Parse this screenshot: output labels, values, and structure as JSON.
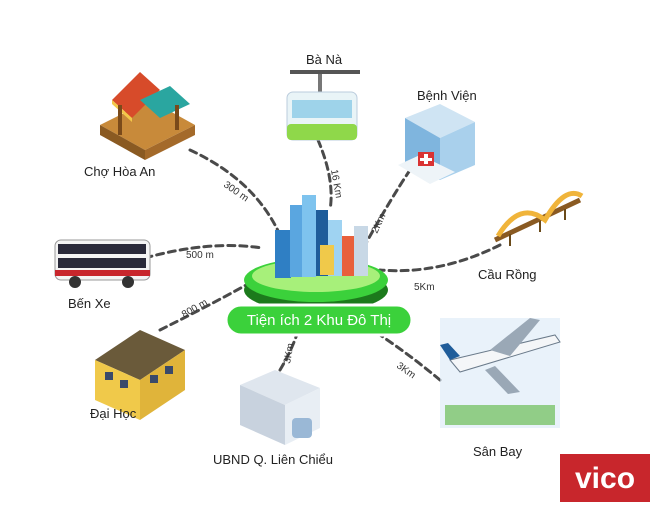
{
  "hub": {
    "label": "Tiện ích 2 Khu Đô Thị"
  },
  "destinations": {
    "cho_hoa_an": {
      "label": "Chợ Hòa An",
      "distance": "300 m"
    },
    "ba_na": {
      "label": "Bà Nà",
      "distance": "16 Km"
    },
    "benh_vien": {
      "label": "Bệnh Viện",
      "distance": "2Km"
    },
    "cau_rong": {
      "label": "Cầu Rồng",
      "distance": "5Km"
    },
    "ben_xe": {
      "label": "Bến Xe",
      "distance": "500 m"
    },
    "dai_hoc": {
      "label": "Đại Học",
      "distance": "800 m"
    },
    "ubnd": {
      "label": "UBND Q. Liên Chiểu",
      "distance": "3Km"
    },
    "san_bay": {
      "label": "Sân Bay",
      "distance": "3Km"
    }
  },
  "logo": {
    "text": "vico"
  },
  "colors": {
    "hub_green": "#3bd13b",
    "connector": "#4a4a4a",
    "logo_red": "#c8262c"
  },
  "icons": [
    "market-stall-icon",
    "cable-car-icon",
    "hospital-icon",
    "dragon-bridge-icon",
    "bus-icon",
    "university-icon",
    "government-building-icon",
    "airplane-icon",
    "city-skyline-icon"
  ]
}
